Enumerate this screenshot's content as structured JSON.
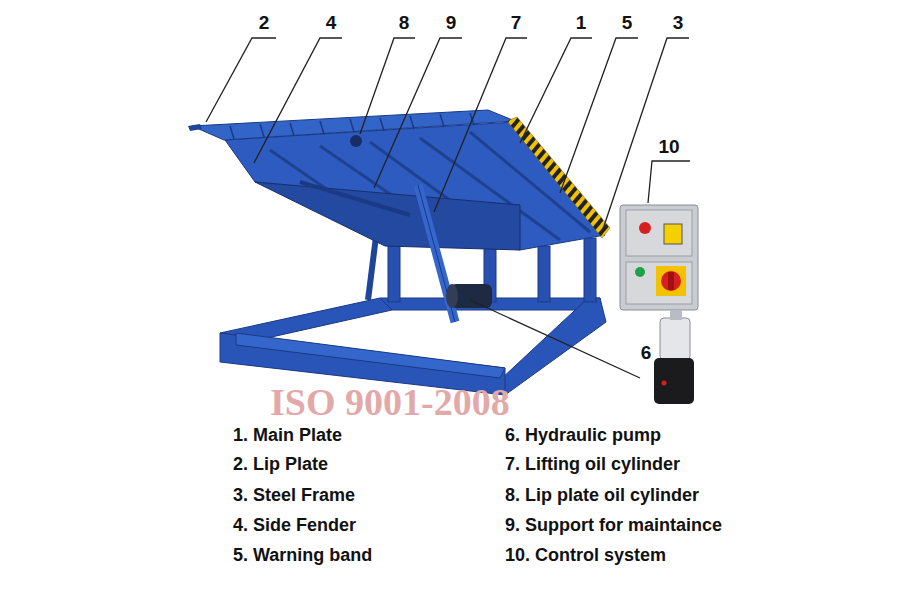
{
  "diagram": {
    "labels": [
      "2",
      "4",
      "8",
      "9",
      "7",
      "1",
      "5",
      "3",
      "10",
      "6",
      "1. Main Plate",
      "6. Hydraulic pump",
      "2. Lip Plate",
      "7. Lifting oil cylinder",
      "3. Steel Frame",
      "8. Lip plate oil cylinder",
      "4. Side Fender",
      "9. Support for maintaince",
      "5. Warning band",
      "10. Control system",
      "ISO 9001-2008"
    ]
  }
}
